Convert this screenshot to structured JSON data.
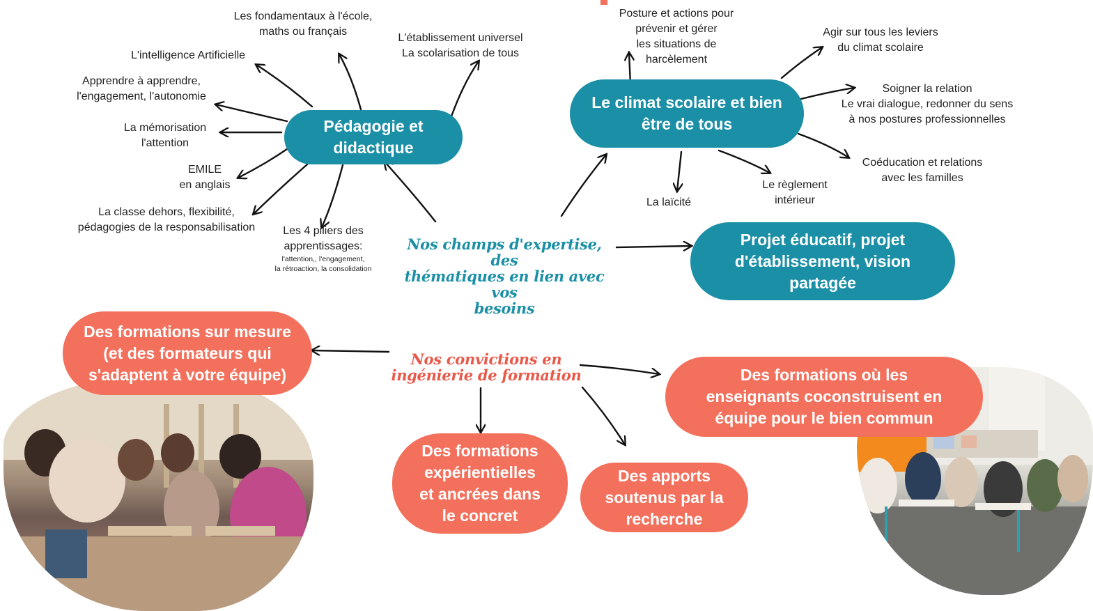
{
  "colors": {
    "teal": "#1a8fa6",
    "coral": "#f2705c",
    "script_teal": "#1a8fa6",
    "script_coral": "#e8594a",
    "arrow": "#111111"
  },
  "center_top": [
    "Nos champs d'expertise, des",
    "thématiques en lien avec vos",
    "besoins"
  ],
  "center_bottom": [
    "Nos convictions en",
    "ingénierie de formation"
  ],
  "pedagogie": {
    "title": [
      "Pédagogie et",
      "didactique"
    ],
    "items": {
      "fondamentaux": [
        "Les fondamentaux à l'école,",
        "maths ou français"
      ],
      "universel": [
        "L'établissement universel",
        "La scolarisation de tous"
      ],
      "ia": [
        "L'intelligence Artificielle"
      ],
      "apprendre": [
        "Apprendre à apprendre,",
        "l'engagement, l'autonomie"
      ],
      "memorisation": [
        "La mémorisation",
        "l'attention"
      ],
      "emile": [
        "EMILE",
        "en anglais"
      ],
      "classe": [
        "La classe dehors, flexibilité,",
        "pédagogies de la responsabilisation"
      ],
      "piliers": [
        "Les 4 piliers des",
        "apprentissages:"
      ],
      "piliers_detail": [
        "l'attention,, l'engagement,",
        "la rétroaction, la consolidation"
      ]
    }
  },
  "climat": {
    "title": [
      "Le climat scolaire et bien",
      "être de tous"
    ],
    "items": {
      "posture": [
        "Posture et actions pour",
        "prévenir et gérer",
        "les situations de",
        "harcèlement"
      ],
      "leviers": [
        "Agir sur tous les leviers",
        "du climat scolaire"
      ],
      "relation": [
        "Soigner la relation",
        "Le vrai dialogue, redonner du sens",
        "à nos postures professionnelles"
      ],
      "coeducation": [
        "Coéducation et relations",
        "avec les familles"
      ],
      "reglement": [
        "Le règlement",
        "intérieur"
      ],
      "laicite": [
        "La laïcité"
      ]
    }
  },
  "projet": [
    "Projet éducatif, projet",
    "d'établissement, vision",
    "partagée"
  ],
  "convictions": {
    "sur_mesure": [
      "Des formations sur mesure",
      "(et des formateurs qui",
      "s'adaptent à votre équipe)"
    ],
    "coconstruisent": [
      "Des formations où les",
      "enseignants coconstruisent en",
      "équipe pour le bien commun"
    ],
    "experientielles": [
      "Des formations",
      "expérientielles",
      "et ancrées dans",
      "le concret"
    ],
    "recherche": [
      "Des apports",
      "soutenus par la",
      "recherche"
    ]
  }
}
